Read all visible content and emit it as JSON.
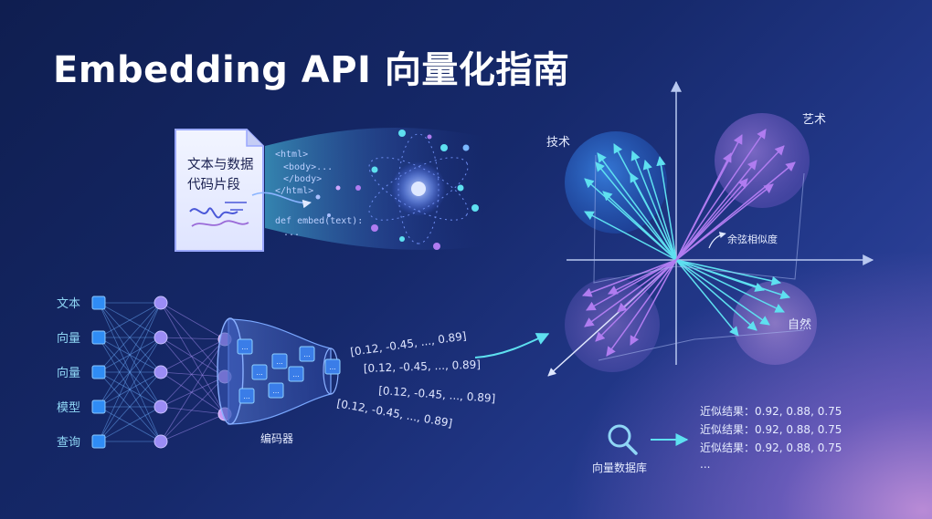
{
  "title": "Embedding API 向量化指南",
  "document": {
    "lines": [
      "文本与数据",
      "代码片段"
    ],
    "code": [
      "<html>",
      "<body>...",
      "</body>",
      "</html>",
      "def embed(text):",
      "..."
    ]
  },
  "network": {
    "input_labels": [
      "文本",
      "向量",
      "向量",
      "模型",
      "查询"
    ]
  },
  "encoder": {
    "label": "编码器",
    "cube_text": "..."
  },
  "vectors": [
    "[0.12, -0.45, ..., 0.89]",
    "[0.12, -0.45, ..., 0.89]",
    "[0.12, -0.45, ..., 0.89]",
    "[0.12, -0.45, ..., 0.89]"
  ],
  "space": {
    "clusters": [
      "技术",
      "艺术",
      "自然"
    ],
    "angle_label": "余弦相似度"
  },
  "database": {
    "label": "向量数据库",
    "icon": "search-icon"
  },
  "results": [
    "近似结果：0.92, 0.88, 0.75",
    "近似结果：0.92, 0.88, 0.75",
    "近似结果：0.92, 0.88, 0.75",
    "..."
  ],
  "colors": {
    "cyan": "#5ee0f0",
    "purple": "#b07cf0",
    "node_blue": "#2f8cf5",
    "node_purple": "#9b8cf5"
  }
}
